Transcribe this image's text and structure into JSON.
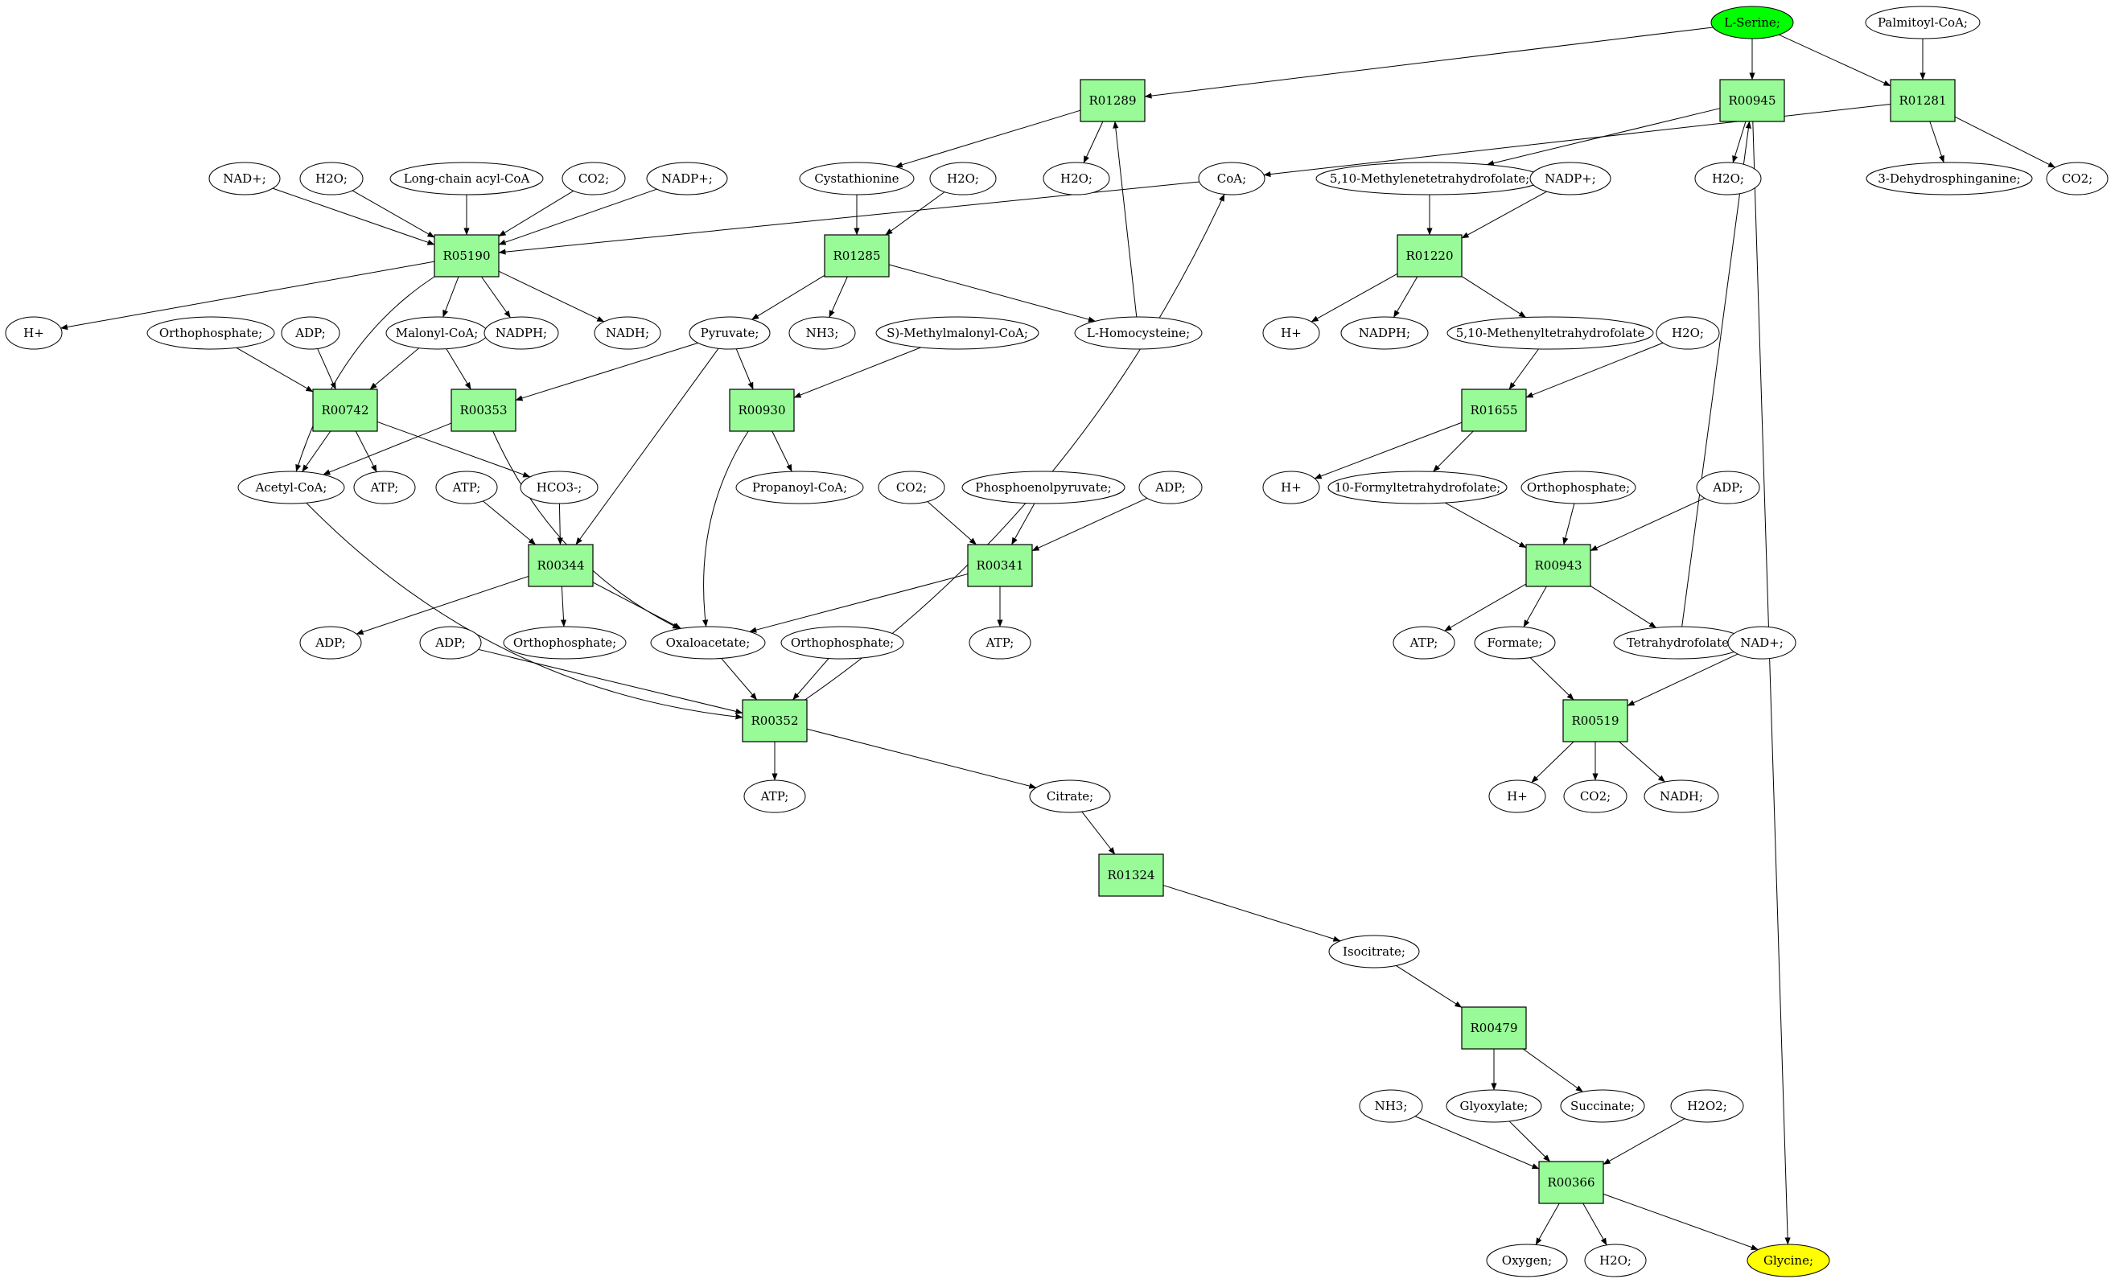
{
  "graph": {
    "colors": {
      "reaction_fill": "#98fb98",
      "metabolite_fill": "#ffffff",
      "source_fill": "#00ff00",
      "target_fill": "#ffff00",
      "stroke": "#000000"
    },
    "reactions": [
      {
        "id": "R01289",
        "label": "R01289"
      },
      {
        "id": "R00945",
        "label": "R00945"
      },
      {
        "id": "R01281",
        "label": "R01281"
      },
      {
        "id": "R05190",
        "label": "R05190"
      },
      {
        "id": "R01285",
        "label": "R01285"
      },
      {
        "id": "R01220",
        "label": "R01220"
      },
      {
        "id": "R00742",
        "label": "R00742"
      },
      {
        "id": "R00353",
        "label": "R00353"
      },
      {
        "id": "R00930",
        "label": "R00930"
      },
      {
        "id": "R01655",
        "label": "R01655"
      },
      {
        "id": "R00344",
        "label": "R00344"
      },
      {
        "id": "R00341",
        "label": "R00341"
      },
      {
        "id": "R00943",
        "label": "R00943"
      },
      {
        "id": "R00352",
        "label": "R00352"
      },
      {
        "id": "R00519",
        "label": "R00519"
      },
      {
        "id": "R01324",
        "label": "R01324"
      },
      {
        "id": "R00479",
        "label": "R00479"
      },
      {
        "id": "R00366",
        "label": "R00366"
      }
    ],
    "metabolites": [
      {
        "id": "serine",
        "label": "L-Serine;",
        "role": "source"
      },
      {
        "id": "palmitoyl",
        "label": "Palmitoyl-CoA;"
      },
      {
        "id": "nadp1",
        "label": "NAD+;"
      },
      {
        "id": "h2o1",
        "label": "H2O;"
      },
      {
        "id": "lcacyl",
        "label": "Long-chain acyl-CoA"
      },
      {
        "id": "co2a",
        "label": "CO2;"
      },
      {
        "id": "nadpp1",
        "label": "NADP+;"
      },
      {
        "id": "cystathionine",
        "label": "Cystathionine"
      },
      {
        "id": "h2o2",
        "label": "H2O;"
      },
      {
        "id": "h2o3",
        "label": "H2O;"
      },
      {
        "id": "coa",
        "label": "CoA;"
      },
      {
        "id": "mthf",
        "label": "5,10-Methylenetetrahydrofolate;"
      },
      {
        "id": "nadpp2",
        "label": "NADP+;"
      },
      {
        "id": "h2o4",
        "label": "H2O;"
      },
      {
        "id": "dhsph",
        "label": "3-Dehydrosphinganine;"
      },
      {
        "id": "co2b",
        "label": "CO2;"
      },
      {
        "id": "hplus1",
        "label": "H+"
      },
      {
        "id": "orthoP1",
        "label": "Orthophosphate;"
      },
      {
        "id": "adp1",
        "label": "ADP;"
      },
      {
        "id": "malonyl",
        "label": "Malonyl-CoA;"
      },
      {
        "id": "nadph1",
        "label": "NADPH;"
      },
      {
        "id": "nadh1",
        "label": "NADH;"
      },
      {
        "id": "pyruvate",
        "label": "Pyruvate;"
      },
      {
        "id": "nh3a",
        "label": "NH3;"
      },
      {
        "id": "smethyl",
        "label": "S)-Methylmalonyl-CoA;"
      },
      {
        "id": "lhomocys",
        "label": "L-Homocysteine;"
      },
      {
        "id": "hplus2",
        "label": "H+"
      },
      {
        "id": "nadph2",
        "label": "NADPH;"
      },
      {
        "id": "methenyl",
        "label": "5,10-Methenyltetrahydrofolate"
      },
      {
        "id": "h2o5",
        "label": "H2O;"
      },
      {
        "id": "acetylcoa",
        "label": "Acetyl-CoA;"
      },
      {
        "id": "atp1",
        "label": "ATP;"
      },
      {
        "id": "atp2",
        "label": "ATP;"
      },
      {
        "id": "hco3",
        "label": "HCO3-;"
      },
      {
        "id": "propanoyl",
        "label": "Propanoyl-CoA;"
      },
      {
        "id": "co2c",
        "label": "CO2;"
      },
      {
        "id": "pep",
        "label": "Phosphoenolpyruvate;"
      },
      {
        "id": "adp2",
        "label": "ADP;"
      },
      {
        "id": "hplus3",
        "label": "H+"
      },
      {
        "id": "formyl",
        "label": "10-Formyltetrahydrofolate;"
      },
      {
        "id": "orthoP2",
        "label": "Orthophosphate;"
      },
      {
        "id": "adp3",
        "label": "ADP;"
      },
      {
        "id": "adp4",
        "label": "ADP;"
      },
      {
        "id": "adp5",
        "label": "ADP;"
      },
      {
        "id": "orthoP3",
        "label": "Orthophosphate;"
      },
      {
        "id": "oxaloacetate",
        "label": "Oxaloacetate;"
      },
      {
        "id": "orthoP4",
        "label": "Orthophosphate;"
      },
      {
        "id": "atp3",
        "label": "ATP;"
      },
      {
        "id": "atp4",
        "label": "ATP;"
      },
      {
        "id": "formate",
        "label": "Formate;"
      },
      {
        "id": "thf",
        "label": "Tetrahydrofolate;"
      },
      {
        "id": "nadp3",
        "label": "NAD+;"
      },
      {
        "id": "atp5",
        "label": "ATP;"
      },
      {
        "id": "citrate",
        "label": "Citrate;"
      },
      {
        "id": "hplus4",
        "label": "H+"
      },
      {
        "id": "co2d",
        "label": "CO2;"
      },
      {
        "id": "nadh2",
        "label": "NADH;"
      },
      {
        "id": "isocitrate",
        "label": "Isocitrate;"
      },
      {
        "id": "nh3b",
        "label": "NH3;"
      },
      {
        "id": "glyoxylate",
        "label": "Glyoxylate;"
      },
      {
        "id": "succinate",
        "label": "Succinate;"
      },
      {
        "id": "h2o2b",
        "label": "H2O2;"
      },
      {
        "id": "oxygen",
        "label": "Oxygen;"
      },
      {
        "id": "h2o6",
        "label": "H2O;"
      },
      {
        "id": "glycine",
        "label": "Glycine;",
        "role": "target"
      }
    ]
  }
}
